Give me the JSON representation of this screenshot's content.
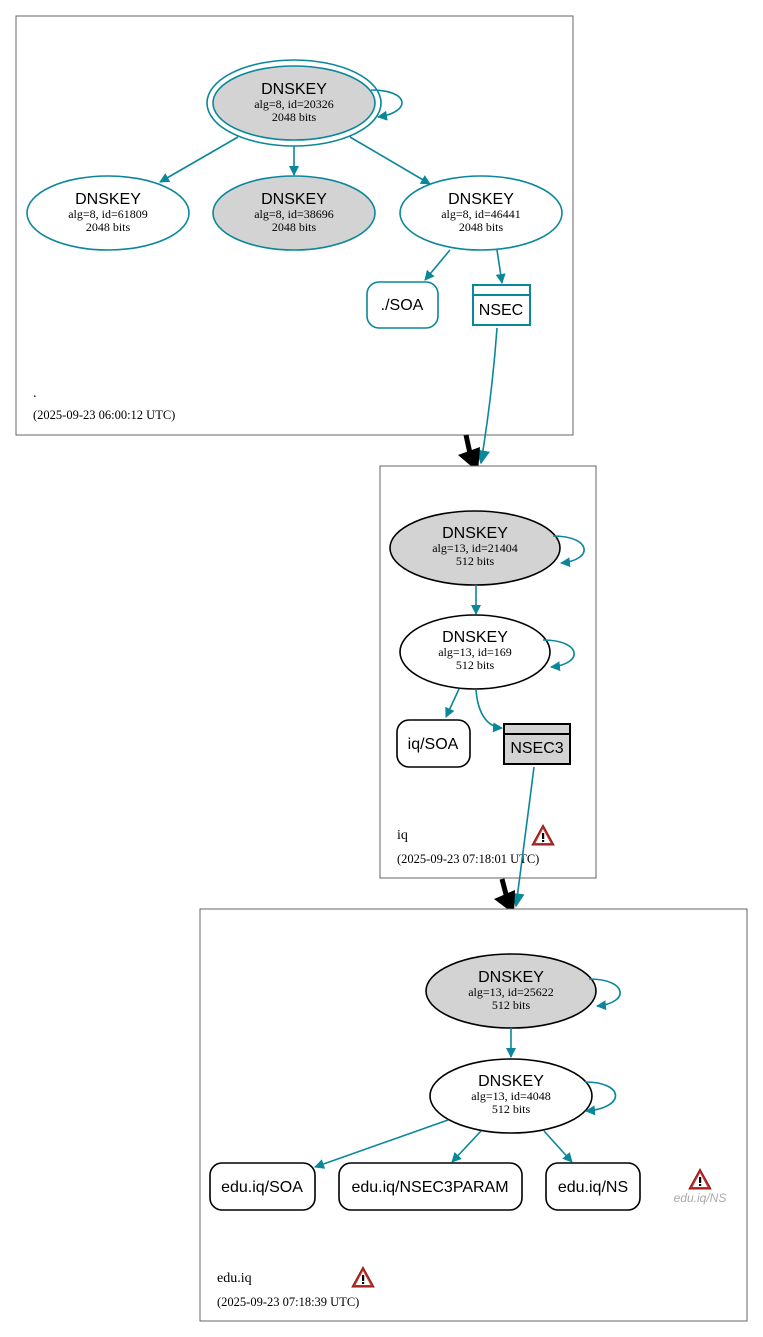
{
  "colors": {
    "secure": "#0a879a",
    "insecure": "#000000",
    "ksk_fill": "#d3d3d3",
    "warning": "#c42b2b"
  },
  "zones": {
    "root": {
      "name": ".",
      "timestamp": "(2025-09-23 06:00:12 UTC)",
      "keys": [
        {
          "title": "DNSKEY",
          "detail": "alg=8, id=20326",
          "bits": "2048 bits"
        },
        {
          "title": "DNSKEY",
          "detail": "alg=8, id=61809",
          "bits": "2048 bits"
        },
        {
          "title": "DNSKEY",
          "detail": "alg=8, id=38696",
          "bits": "2048 bits"
        },
        {
          "title": "DNSKEY",
          "detail": "alg=8, id=46441",
          "bits": "2048 bits"
        }
      ],
      "soa": "./SOA",
      "nsec": "NSEC"
    },
    "iq": {
      "name": "iq",
      "timestamp": "(2025-09-23 07:18:01 UTC)",
      "keys": [
        {
          "title": "DNSKEY",
          "detail": "alg=13, id=21404",
          "bits": "512 bits"
        },
        {
          "title": "DNSKEY",
          "detail": "alg=13, id=169",
          "bits": "512 bits"
        }
      ],
      "soa": "iq/SOA",
      "nsec": "NSEC3",
      "warning_icon": "warning-triangle-icon"
    },
    "edu": {
      "name": "edu.iq",
      "timestamp": "(2025-09-23 07:18:39 UTC)",
      "keys": [
        {
          "title": "DNSKEY",
          "detail": "alg=13, id=25622",
          "bits": "512 bits"
        },
        {
          "title": "DNSKEY",
          "detail": "alg=13, id=4048",
          "bits": "512 bits"
        }
      ],
      "records": [
        "edu.iq/SOA",
        "edu.iq/NSEC3PARAM",
        "edu.iq/NS"
      ],
      "ghost_ns": "edu.iq/NS",
      "warning_icon": "warning-triangle-icon"
    }
  }
}
